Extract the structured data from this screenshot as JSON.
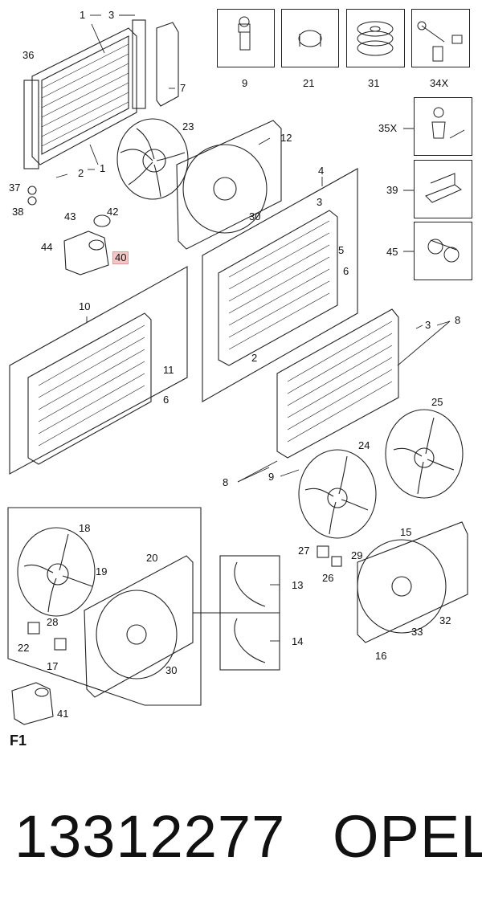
{
  "figure_id": "F1",
  "part_number": "13312277",
  "brand": "OPEL",
  "highlighted_callout": "40",
  "callouts": {
    "c1a": "1",
    "c3a": "3",
    "c36": "36",
    "c7": "7",
    "c23": "23",
    "c2a": "2",
    "c1b": "1",
    "c37": "37",
    "c38": "38",
    "c43": "43",
    "c42": "42",
    "c44": "44",
    "c40": "40",
    "c12": "12",
    "c4": "4",
    "c3b": "3",
    "c30a": "30",
    "c5": "5",
    "c6a": "6",
    "c2b": "2",
    "c10": "10",
    "c11": "11",
    "c6b": "6",
    "c3c": "3",
    "c8a": "8",
    "c25": "25",
    "c24": "24",
    "c8b": "8",
    "c9a": "9",
    "c18": "18",
    "c20": "20",
    "c19": "19",
    "c28": "28",
    "c22": "22",
    "c17": "17",
    "c30b": "30",
    "c41": "41",
    "c13": "13",
    "c14": "14",
    "c27": "27",
    "c29": "29",
    "c26": "26",
    "c15": "15",
    "c32": "32",
    "c33": "33",
    "c16": "16"
  },
  "inset_labels": {
    "i9": "9",
    "i21": "21",
    "i31": "31",
    "i34": "34X",
    "i35": "35X",
    "i39": "39",
    "i45": "45"
  }
}
